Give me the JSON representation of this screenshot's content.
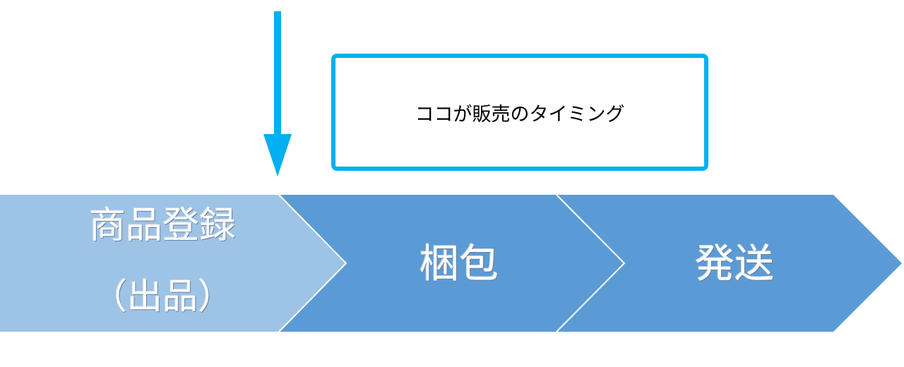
{
  "colors": {
    "arrow": "#00b0f0",
    "callout_border": "#00b0f0",
    "step_first": "#9dc3e6",
    "step_rest": "#5b9bd5",
    "step_text": "#ffffff"
  },
  "icons": {
    "timing_arrow": "arrow-down-icon"
  },
  "callout": {
    "text": "ココが販売のタイミング"
  },
  "steps": [
    {
      "label": "商品登録",
      "sub": "（出品）"
    },
    {
      "label": "梱包"
    },
    {
      "label": "発送"
    }
  ]
}
